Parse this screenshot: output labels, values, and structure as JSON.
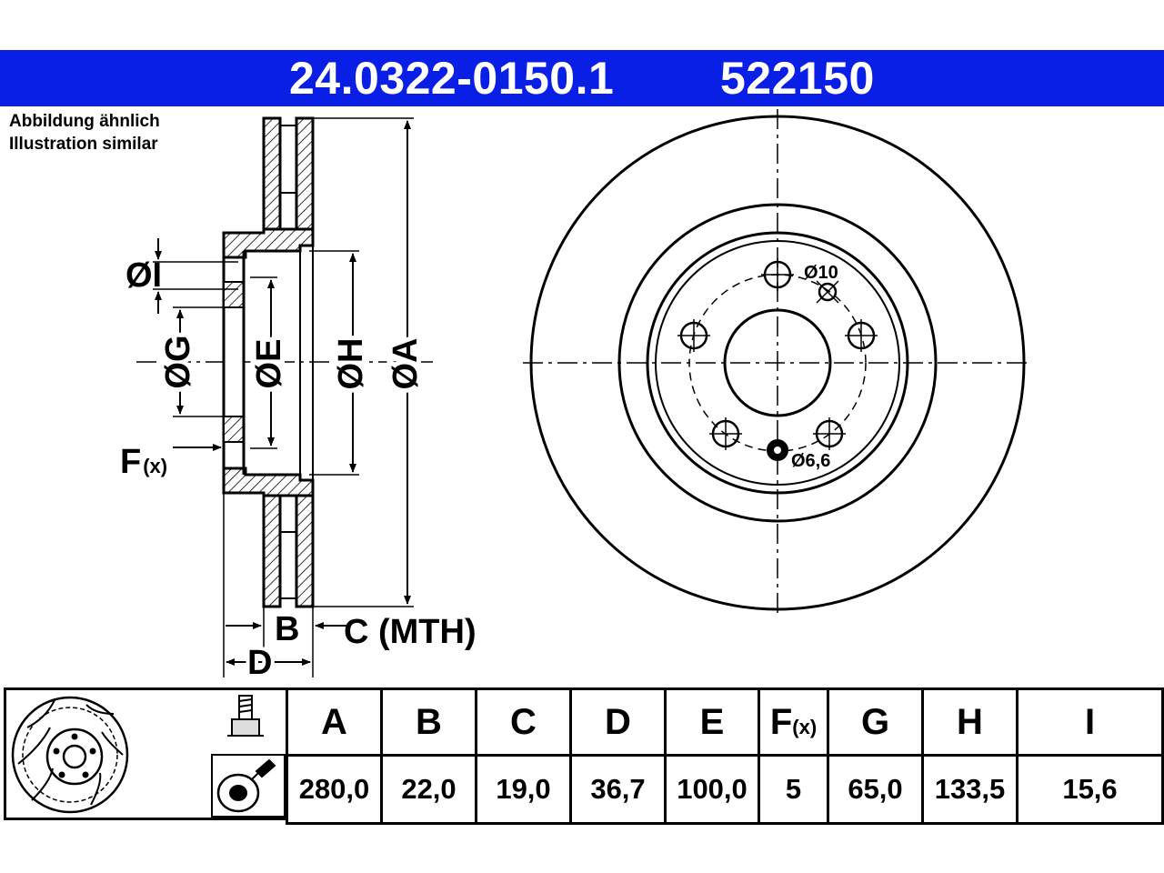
{
  "header": {
    "part_number": "24.0322-0150.1",
    "ref_number": "522150",
    "color": "#0a1fe6"
  },
  "notes": {
    "line1": "Abbildung ähnlich",
    "line2": "Illustration similar"
  },
  "side_labels": {
    "I": "ØI",
    "G": "ØG",
    "E": "ØE",
    "H": "ØH",
    "A": "ØA",
    "F_main": "F",
    "F_sub": "(x)",
    "B": "B",
    "C": "C (MTH)",
    "D": "D"
  },
  "front_labels": {
    "hole_large": "Ø10",
    "hole_small": "Ø6,6"
  },
  "table": {
    "headers": [
      "A",
      "B",
      "C",
      "D",
      "E",
      "F",
      "G",
      "H",
      "I"
    ],
    "f_header_sub": "(x)",
    "values": [
      "280,0",
      "22,0",
      "19,0",
      "36,7",
      "100,0",
      "5",
      "65,0",
      "133,5",
      "15,6"
    ]
  },
  "icons": [
    "brake-disc-icon",
    "bolt-icon",
    "grease-hub-icon"
  ]
}
